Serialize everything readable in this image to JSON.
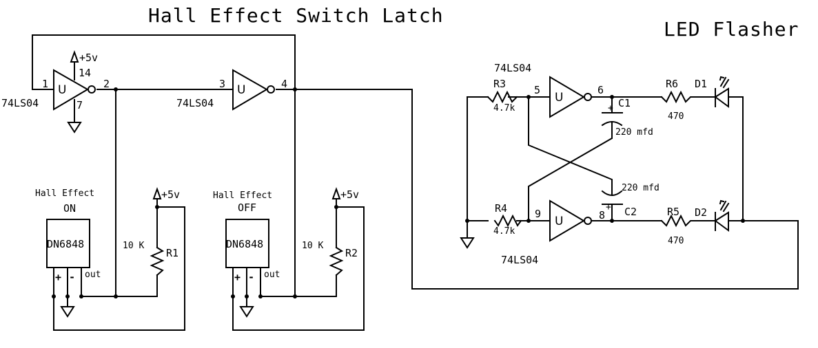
{
  "titles": {
    "latch": "Hall Effect Switch Latch",
    "flasher": "LED Flasher"
  },
  "colors": {
    "ink": "#000000",
    "background": "#ffffff"
  },
  "latch": {
    "gate1": {
      "part": "74LS04",
      "unit": "U",
      "pin_in": "1",
      "pin_out": "2",
      "pin_vcc": "14",
      "pin_gnd": "7",
      "supply": "+5v"
    },
    "gate2": {
      "part": "74LS04",
      "unit": "U",
      "pin_in": "3",
      "pin_out": "4"
    },
    "sensor_on": {
      "label": "Hall Effect",
      "state": "ON",
      "part": "DN6848",
      "plus": "+",
      "minus": "-",
      "out": "out"
    },
    "sensor_off": {
      "label": "Hall Effect",
      "state": "OFF",
      "part": "DN6848",
      "plus": "+",
      "minus": "-",
      "out": "out"
    },
    "r1": {
      "ref": "R1",
      "value": "10 K",
      "supply": "+5v"
    },
    "r2": {
      "ref": "R2",
      "value": "10 K",
      "supply": "+5v"
    }
  },
  "flasher": {
    "gate_top": {
      "part": "74LS04",
      "unit": "U",
      "pin_in": "5",
      "pin_out": "6"
    },
    "gate_bottom": {
      "part": "74LS04",
      "unit": "U",
      "pin_in": "9",
      "pin_out": "8"
    },
    "r3": {
      "ref": "R3",
      "value": "4.7k"
    },
    "r4": {
      "ref": "R4",
      "value": "4.7k"
    },
    "r5": {
      "ref": "R5",
      "value": "470"
    },
    "r6": {
      "ref": "R6",
      "value": "470"
    },
    "c1": {
      "ref": "C1",
      "value": "220 mfd",
      "polarity": "+"
    },
    "c2": {
      "ref": "C2",
      "value": "220 mfd",
      "polarity": "+"
    },
    "d1": {
      "ref": "D1"
    },
    "d2": {
      "ref": "D2"
    }
  }
}
